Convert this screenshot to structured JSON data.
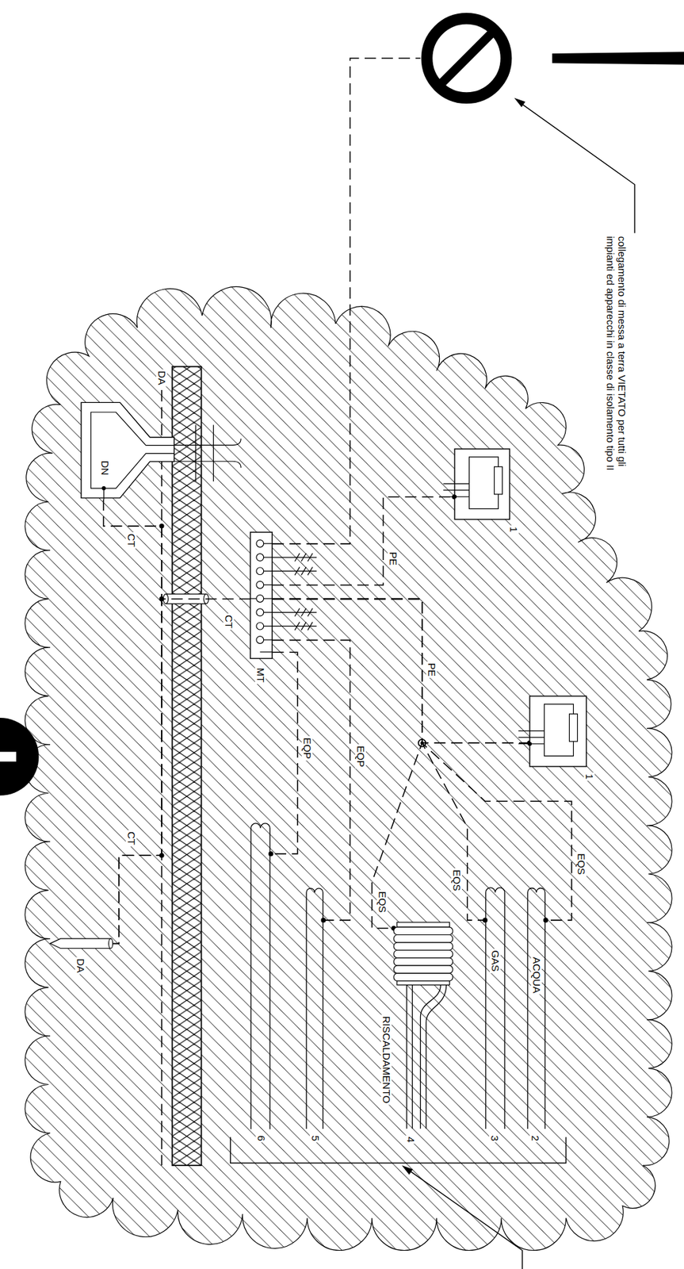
{
  "diagram": {
    "nodes": [
      {
        "text": [
          "MT"
        ]
      },
      {
        "text": [
          "1"
        ]
      },
      {
        "text": [
          "1"
        ]
      },
      {
        "text": [
          "ACQUA",
          "2"
        ]
      },
      {
        "text": [
          "GAS",
          "3"
        ]
      },
      {
        "text": [
          "RISCALDAMENTO",
          "4"
        ]
      },
      {
        "text": [
          "5"
        ]
      },
      {
        "text": [
          "6"
        ]
      },
      {
        "text": [
          "DN"
        ]
      },
      {
        "text": [
          "DA"
        ]
      }
    ],
    "edges": [
      {
        "from": 0,
        "to": 1,
        "arrow": "none",
        "label": "PE"
      },
      {
        "from": 0,
        "to": 2,
        "arrow": "none",
        "label": "PE"
      },
      {
        "from": 0,
        "to": 3,
        "arrow": "none",
        "label": "EQS"
      },
      {
        "from": 0,
        "to": 4,
        "arrow": "none",
        "label": "EQS"
      },
      {
        "from": 0,
        "to": 5,
        "arrow": "none",
        "label": "EQS"
      },
      {
        "from": 0,
        "to": 6,
        "arrow": "none",
        "label": "EQP"
      },
      {
        "from": 0,
        "to": 7,
        "arrow": "none",
        "label": "EQP"
      },
      {
        "from": 0,
        "to": 9,
        "arrow": "none",
        "label": "CT"
      },
      {
        "from": 8,
        "to": 9,
        "arrow": "none",
        "label": "CT"
      }
    ],
    "labels": [
      "collegamento di messa a terra VIETATO per tutti gli impianti ed apparecchi in classe di isolamento tipo II",
      "DA",
      "CT"
    ]
  }
}
